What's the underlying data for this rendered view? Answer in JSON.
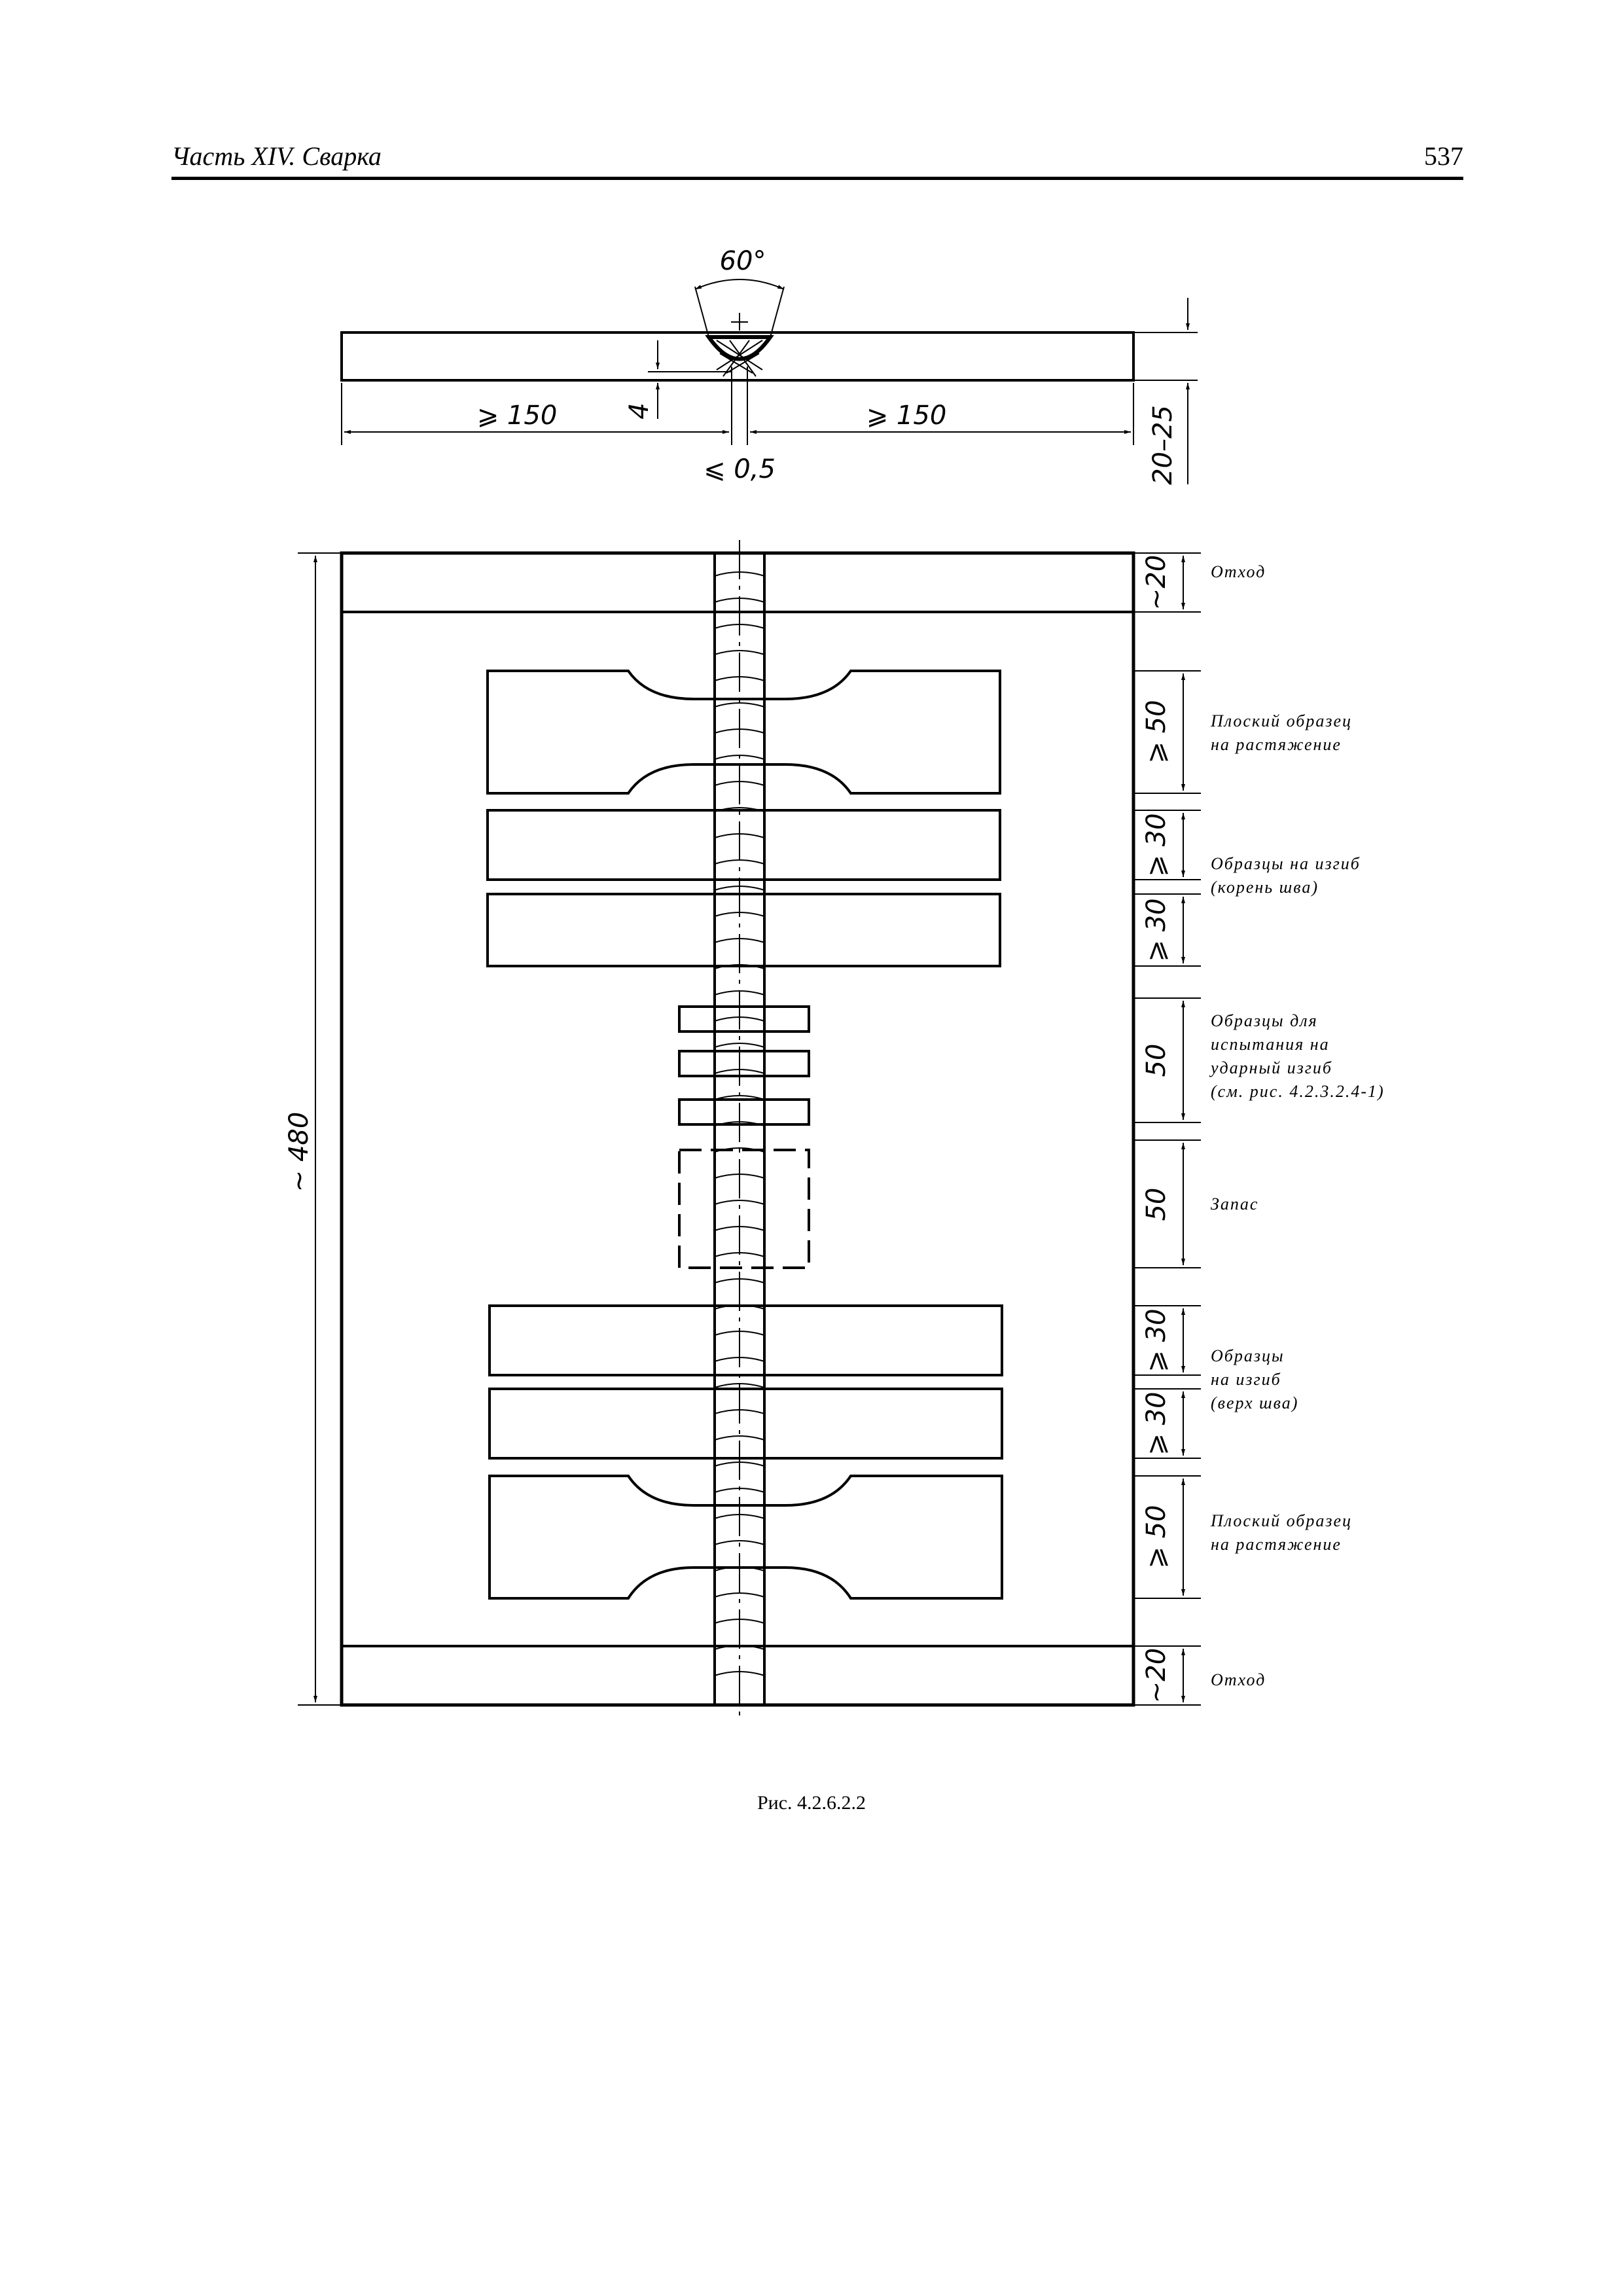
{
  "header": {
    "title": "Часть XIV. Сварка",
    "page_number": "537"
  },
  "top_view": {
    "angle": "60°",
    "left_length": "⩾ 150",
    "right_length": "⩾ 150",
    "root_height": "4",
    "gap": "⩽ 0,5",
    "thickness": "20–25"
  },
  "plate": {
    "total_length": "~ 480",
    "zones": [
      {
        "dim": "~20",
        "label": [
          "Отход"
        ]
      },
      {
        "dim": "⩾ 50",
        "label": [
          "Плоский образец",
          "на растяжение"
        ]
      },
      {
        "dim": "⩾ 30",
        "label": [
          "Образцы на изгиб",
          "(корень шва)"
        ]
      },
      {
        "dim": "⩾ 30",
        "label": []
      },
      {
        "dim": "50",
        "label": [
          "Образцы для",
          "испытания на",
          "ударный изгиб",
          "(см. рис. 4.2.3.2.4-1)"
        ]
      },
      {
        "dim": "50",
        "label": [
          "Запас"
        ]
      },
      {
        "dim": "⩾ 30",
        "label": [
          "Образцы",
          "на изгиб",
          "(верх шва)"
        ]
      },
      {
        "dim": "⩾ 30",
        "label": []
      },
      {
        "dim": "⩾ 50",
        "label": [
          "Плоский образец",
          "на растяжение"
        ]
      },
      {
        "dim": "~20",
        "label": [
          "Отход"
        ]
      }
    ]
  },
  "caption": "Рис. 4.2.6.2.2"
}
